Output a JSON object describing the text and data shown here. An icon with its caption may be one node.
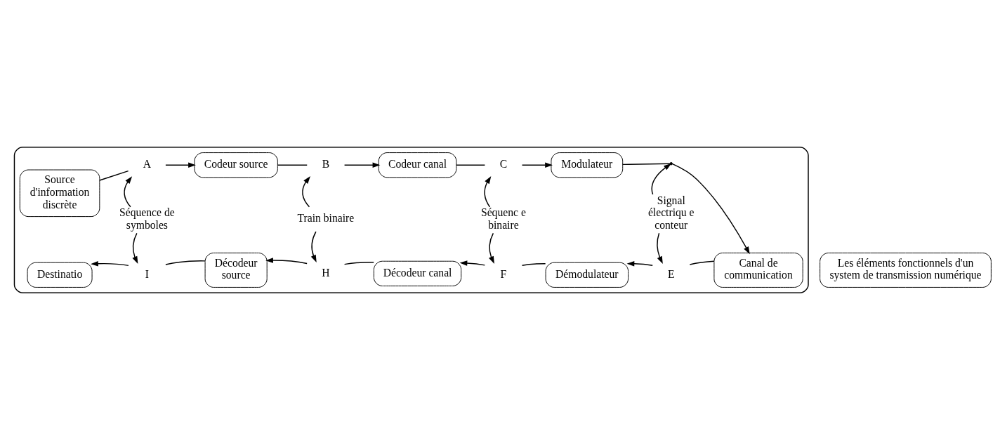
{
  "diagram": {
    "nodes": [
      {
        "text": [],
        "shape": "box"
      },
      {
        "text": [
          "Les éléments fonctionnels d'un system de transmission numérique"
        ]
      },
      {
        "text": [
          "Source d'information discrète"
        ],
        "in": 0
      },
      {
        "text": [
          "A"
        ],
        "in": 0
      },
      {
        "text": [
          "Codeur source"
        ],
        "in": 0
      },
      {
        "text": [
          "B"
        ],
        "in": 0
      },
      {
        "text": [
          "Codeur canal"
        ],
        "in": 0
      },
      {
        "text": [
          "C"
        ],
        "in": 0
      },
      {
        "text": [
          "Modulateur"
        ],
        "in": 0
      },
      {
        "text": [],
        "shape": "point",
        "in": 0
      },
      {
        "text": [
          "Séquence de symboles"
        ],
        "in": 0
      },
      {
        "text": [
          "Train binaire"
        ],
        "in": 0
      },
      {
        "text": [
          "Séquenc e binaire"
        ],
        "in": 0
      },
      {
        "text": [
          "Signal électriqu e conteur"
        ],
        "in": 0
      },
      {
        "text": [
          "Canal de communication"
        ],
        "in": 0
      },
      {
        "text": [
          "Destinatio"
        ],
        "in": 0
      },
      {
        "text": [
          "I"
        ],
        "in": 0
      },
      {
        "text": [
          "Décodeur source"
        ],
        "in": 0
      },
      {
        "text": [
          "H"
        ],
        "in": 0
      },
      {
        "text": [
          "Décodeur canal"
        ],
        "in": 0
      },
      {
        "text": [
          "F"
        ],
        "in": 0
      },
      {
        "text": [
          "Démodulateur"
        ],
        "in": 0
      },
      {
        "text": [
          "E"
        ],
        "in": 0
      }
    ],
    "edges": [
      {
        "from": 2,
        "to": 3,
        "arrow": "none"
      },
      {
        "from": 3,
        "to": 4,
        "arrow": "to"
      },
      {
        "from": 4,
        "to": 5,
        "arrow": "none"
      },
      {
        "from": 5,
        "to": 6,
        "arrow": "to"
      },
      {
        "from": 6,
        "to": 7,
        "arrow": "none"
      },
      {
        "from": 7,
        "to": 8,
        "arrow": "to"
      },
      {
        "from": 8,
        "to": 9,
        "arrow": "none"
      },
      {
        "from": 9,
        "to": 14,
        "arrow": "to"
      },
      {
        "from": 13,
        "to": 9,
        "arrow": "to"
      },
      {
        "from": 14,
        "to": 22,
        "arrow": "none"
      },
      {
        "from": 13,
        "to": 22,
        "arrow": "to"
      },
      {
        "from": 22,
        "to": 21,
        "arrow": "to"
      },
      {
        "from": 21,
        "to": 20,
        "arrow": "none"
      },
      {
        "from": 20,
        "to": 19,
        "arrow": "to"
      },
      {
        "from": 19,
        "to": 18,
        "arrow": "none"
      },
      {
        "from": 18,
        "to": 17,
        "arrow": "to"
      },
      {
        "from": 17,
        "to": 16,
        "arrow": "none"
      },
      {
        "from": 16,
        "to": 15,
        "arrow": "to"
      },
      {
        "from": 10,
        "to": 3,
        "arrow": "to"
      },
      {
        "from": 10,
        "to": 16,
        "arrow": "to"
      },
      {
        "from": 11,
        "to": 5,
        "arrow": "to"
      },
      {
        "from": 11,
        "to": 18,
        "arrow": "to"
      },
      {
        "from": 12,
        "to": 7,
        "arrow": "to"
      },
      {
        "from": 12,
        "to": 20,
        "arrow": "to"
      }
    ]
  }
}
